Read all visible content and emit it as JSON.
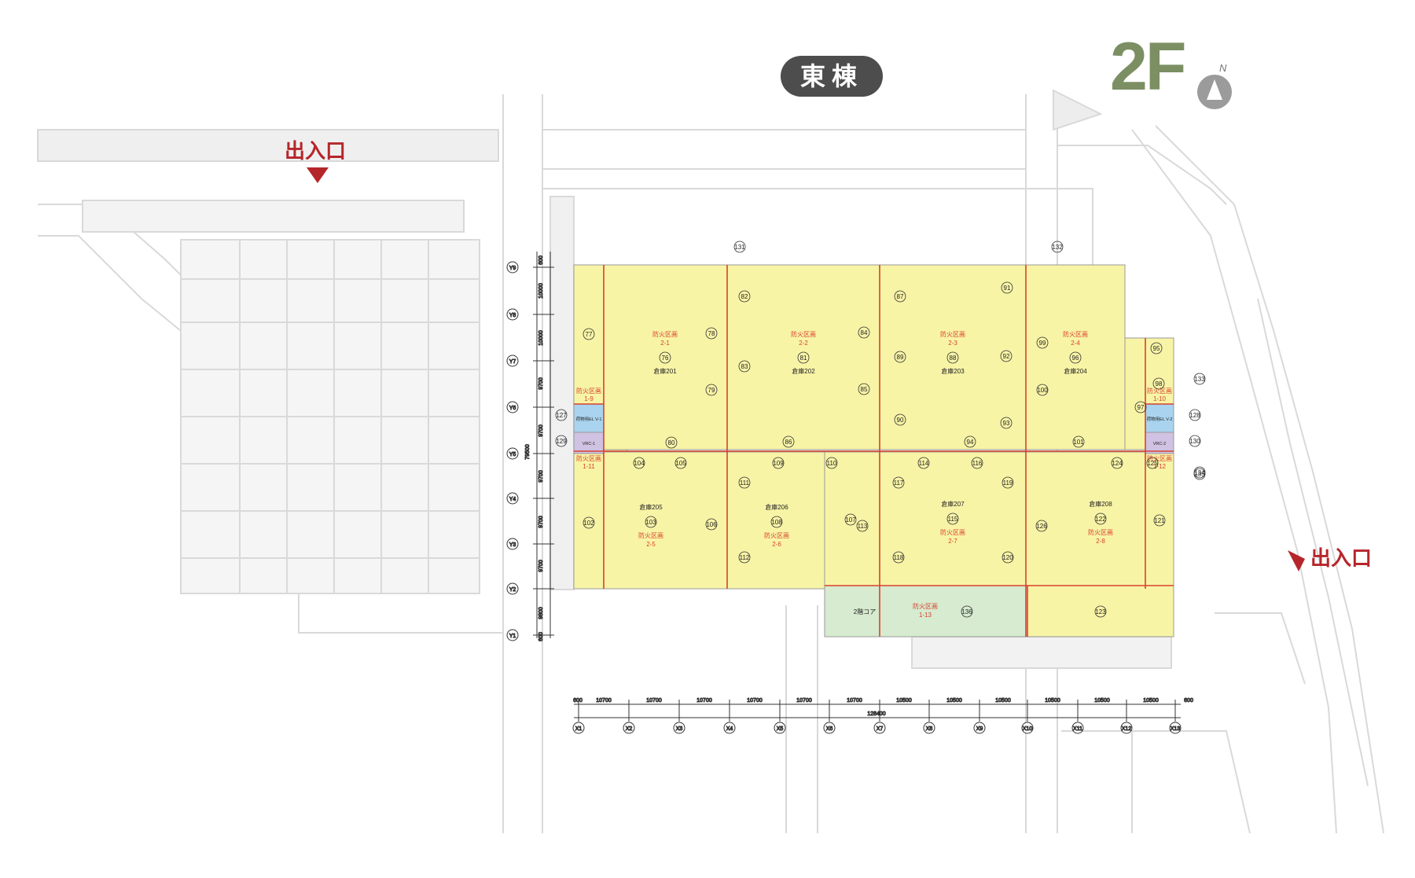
{
  "header": {
    "building_label": "東棟",
    "floor_label": "2F",
    "north_label": "N"
  },
  "entrances": [
    {
      "label": "出入口"
    },
    {
      "label": "出入口"
    }
  ],
  "zones": [
    {
      "fire": "防火区画",
      "fire_no": "2-1",
      "room": "倉庫201",
      "num": "76"
    },
    {
      "fire": "防火区画",
      "fire_no": "2-2",
      "room": "倉庫202",
      "num": "81"
    },
    {
      "fire": "防火区画",
      "fire_no": "2-3",
      "room": "倉庫203",
      "num": "88"
    },
    {
      "fire": "防火区画",
      "fire_no": "2-4",
      "room": "倉庫204",
      "num": "96"
    },
    {
      "fire": "防火区画",
      "fire_no": "2-5",
      "room": "倉庫205",
      "num": "103"
    },
    {
      "fire": "防火区画",
      "fire_no": "2-6",
      "room": "倉庫206",
      "num": "108"
    },
    {
      "fire": "防火区画",
      "fire_no": "2-7",
      "room": "倉庫207",
      "num": "115"
    },
    {
      "fire": "防火区画",
      "fire_no": "2-8",
      "room": "倉庫208",
      "num": "122"
    }
  ],
  "side_zones": [
    {
      "fire": "防火区画",
      "fire_no": "1-9"
    },
    {
      "fire": "防火区画",
      "fire_no": "1-11"
    },
    {
      "fire": "防火区画",
      "fire_no": "1-10"
    },
    {
      "fire": "防火区画",
      "fire_no": "1-12"
    }
  ],
  "lifts": [
    {
      "label": "荷物用EL V-1"
    },
    {
      "label": "VRC-1"
    },
    {
      "label": "荷物用EL V-2"
    },
    {
      "label": "VRC-2"
    }
  ],
  "core": {
    "label": "2階コア",
    "fire": "防火区画",
    "fire_no": "1-13",
    "num": "136"
  },
  "misc_nums": [
    "77",
    "78",
    "79",
    "80",
    "82",
    "83",
    "84",
    "85",
    "86",
    "87",
    "89",
    "90",
    "91",
    "92",
    "93",
    "94",
    "95",
    "97",
    "98",
    "99",
    "100",
    "101",
    "102",
    "104",
    "105",
    "106",
    "107",
    "109",
    "110",
    "111",
    "112",
    "113",
    "114",
    "116",
    "117",
    "118",
    "119",
    "120",
    "121",
    "123",
    "124",
    "125",
    "126",
    "127",
    "128",
    "129",
    "130",
    "131",
    "132",
    "133",
    "134",
    "135"
  ],
  "grid_x": {
    "labels": [
      "X1",
      "X2",
      "X3",
      "X4",
      "X5",
      "X6",
      "X7",
      "X8",
      "X9",
      "X10",
      "X11",
      "X12",
      "X13"
    ],
    "spans": [
      "600",
      "10700",
      "10700",
      "10700",
      "10700",
      "10700",
      "10700",
      "10500",
      "10500",
      "10500",
      "10500",
      "10500",
      "10500",
      "600"
    ],
    "total": "128400"
  },
  "grid_y": {
    "labels": [
      "Y9",
      "Y8",
      "Y7",
      "Y6",
      "Y5",
      "Y4",
      "Y3",
      "Y2",
      "Y1"
    ],
    "spans": [
      "600",
      "10000",
      "10000",
      "9700",
      "9700",
      "9700",
      "9700",
      "9700",
      "9800",
      "600"
    ],
    "total": "79500"
  },
  "colors": {
    "zone_fill": "#f8f4a6",
    "core_fill": "#d6ebcf",
    "lift_fill": "#a9d3ef",
    "vrc_fill": "#cfc2e2",
    "fire_line": "#d8412f",
    "accent": "#7b8f63",
    "entrance": "#b5262b"
  }
}
